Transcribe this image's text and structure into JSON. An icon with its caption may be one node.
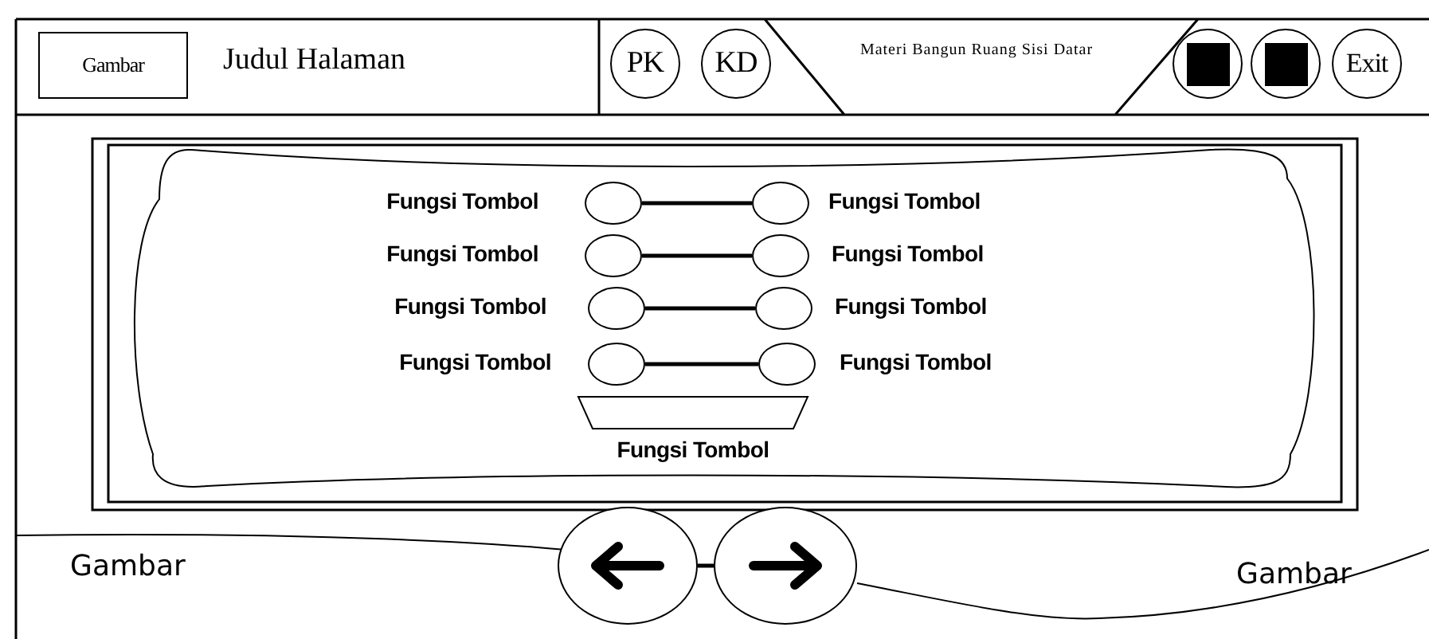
{
  "diagram": {
    "nodes": [
      {
        "text": [
          "Gambar"
        ]
      },
      {
        "text": [
          "PK"
        ]
      },
      {
        "text": [
          "KD"
        ]
      },
      {
        "text": [],
        "shape": "circle"
      },
      {
        "text": [],
        "shape": "circle"
      },
      {
        "text": [
          "Exit"
        ]
      },
      {
        "text": [],
        "shape": "circle"
      },
      {
        "text": [],
        "shape": "circle"
      },
      {
        "text": [],
        "shape": "circle"
      },
      {
        "text": [],
        "shape": "circle"
      },
      {
        "text": [],
        "shape": "circle"
      },
      {
        "text": [],
        "shape": "circle"
      },
      {
        "text": [],
        "shape": "circle"
      },
      {
        "text": [],
        "shape": "circle"
      },
      {
        "text": [
          "Fungsi Tombol"
        ]
      },
      {
        "text": [],
        "shape": "circle"
      },
      {
        "text": [],
        "shape": "circle"
      }
    ],
    "edges": [
      {
        "from": 6,
        "to": 7,
        "arrow": "none"
      },
      {
        "from": 8,
        "to": 9,
        "arrow": "none"
      },
      {
        "from": 10,
        "to": 11,
        "arrow": "none"
      },
      {
        "from": 12,
        "to": 13,
        "arrow": "none"
      },
      {
        "from": 15,
        "to": 16,
        "arrow": "none"
      }
    ],
    "labels": [
      "Judul Halaman",
      "Materi Bangun Ruang Sisi Datar",
      "Fungsi Tombol",
      "Fungsi Tombol",
      "Fungsi Tombol",
      "Fungsi Tombol",
      "Fungsi Tombol",
      "Fungsi Tombol",
      "Fungsi Tombol",
      "Fungsi Tombol",
      "Gambar",
      "Gambar"
    ]
  }
}
